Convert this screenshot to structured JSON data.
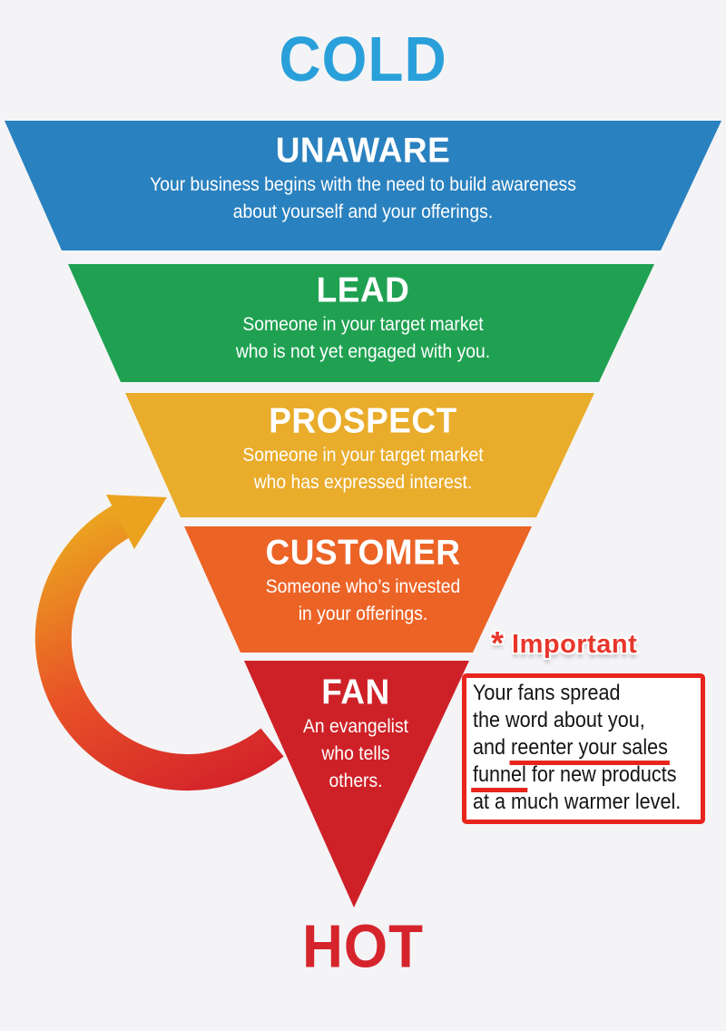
{
  "page": {
    "background": "#F4F4F6"
  },
  "top_label": {
    "text": "COLD",
    "color": "#2AA0DB"
  },
  "bottom_label": {
    "text": "HOT",
    "color": "#D6242C"
  },
  "funnel": {
    "stages": [
      {
        "name": "UNAWARE",
        "color": "#2A81BF",
        "description_lines": [
          "Your business begins with the need to build awareness",
          "about yourself and your offerings."
        ]
      },
      {
        "name": "LEAD",
        "color": "#1FA151",
        "description_lines": [
          "Someone in your target market",
          "who is not yet engaged with you."
        ]
      },
      {
        "name": "PROSPECT",
        "color": "#E9AC2B",
        "description_lines": [
          "Someone in your target market",
          "who has expressed interest."
        ]
      },
      {
        "name": "CUSTOMER",
        "color": "#EC6326",
        "description_lines": [
          "Someone who’s invested",
          "in your offerings."
        ]
      },
      {
        "name": "FAN",
        "color": "#CE2127",
        "description_lines": [
          "An evangelist",
          "who tells",
          "others."
        ]
      }
    ]
  },
  "arrow": {
    "gradient_bottom": "#D4232A",
    "gradient_mid": "#E85327",
    "gradient_top": "#EBA51F",
    "head_color": "#EBA21E"
  },
  "annotation": {
    "marker": "*",
    "label": "Important",
    "label_color": "#E8362B",
    "box_border_color": "#E8251D",
    "lines": [
      {
        "segments": [
          {
            "text": "Your fans spread",
            "underline": false
          }
        ]
      },
      {
        "segments": [
          {
            "text": "the word about you,",
            "underline": false
          }
        ]
      },
      {
        "segments": [
          {
            "text": "and ",
            "underline": false
          },
          {
            "text": "reenter your sales",
            "underline": true
          }
        ]
      },
      {
        "segments": [
          {
            "text": "funnel",
            "underline": true
          },
          {
            "text": " for new products",
            "underline": false
          }
        ]
      },
      {
        "segments": [
          {
            "text": "at a much warmer level.",
            "underline": false
          }
        ]
      }
    ]
  }
}
